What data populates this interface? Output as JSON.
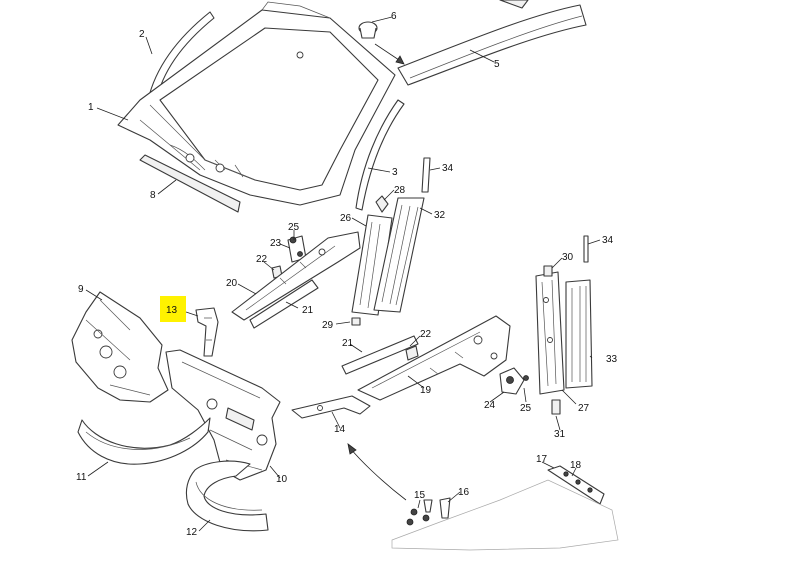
{
  "callouts": [
    {
      "id": "c1",
      "label": "1"
    },
    {
      "id": "c2",
      "label": "2"
    },
    {
      "id": "c3",
      "label": "3"
    },
    {
      "id": "c5",
      "label": "5"
    },
    {
      "id": "c6",
      "label": "6"
    },
    {
      "id": "c8",
      "label": "8"
    },
    {
      "id": "c9",
      "label": "9"
    },
    {
      "id": "c10",
      "label": "10"
    },
    {
      "id": "c11",
      "label": "11"
    },
    {
      "id": "c12",
      "label": "12"
    },
    {
      "id": "c13",
      "label": "13"
    },
    {
      "id": "c14",
      "label": "14"
    },
    {
      "id": "c15",
      "label": "15"
    },
    {
      "id": "c16",
      "label": "16"
    },
    {
      "id": "c17",
      "label": "17"
    },
    {
      "id": "c18",
      "label": "18"
    },
    {
      "id": "c19",
      "label": "19"
    },
    {
      "id": "c20",
      "label": "20"
    },
    {
      "id": "c21a",
      "label": "21"
    },
    {
      "id": "c21b",
      "label": "21"
    },
    {
      "id": "c22a",
      "label": "22"
    },
    {
      "id": "c22b",
      "label": "22"
    },
    {
      "id": "c23",
      "label": "23"
    },
    {
      "id": "c24",
      "label": "24"
    },
    {
      "id": "c25a",
      "label": "25"
    },
    {
      "id": "c25b",
      "label": "25"
    },
    {
      "id": "c26",
      "label": "26"
    },
    {
      "id": "c27",
      "label": "27"
    },
    {
      "id": "c28",
      "label": "28"
    },
    {
      "id": "c29",
      "label": "29"
    },
    {
      "id": "c30",
      "label": "30"
    },
    {
      "id": "c31",
      "label": "31"
    },
    {
      "id": "c32",
      "label": "32"
    },
    {
      "id": "c33",
      "label": "33"
    },
    {
      "id": "c34a",
      "label": "34"
    },
    {
      "id": "c34b",
      "label": "34"
    }
  ],
  "highlight": {
    "callout": "13",
    "color": "#fff200"
  },
  "colors": {
    "line": "#3a3a3a",
    "background": "#ffffff"
  }
}
